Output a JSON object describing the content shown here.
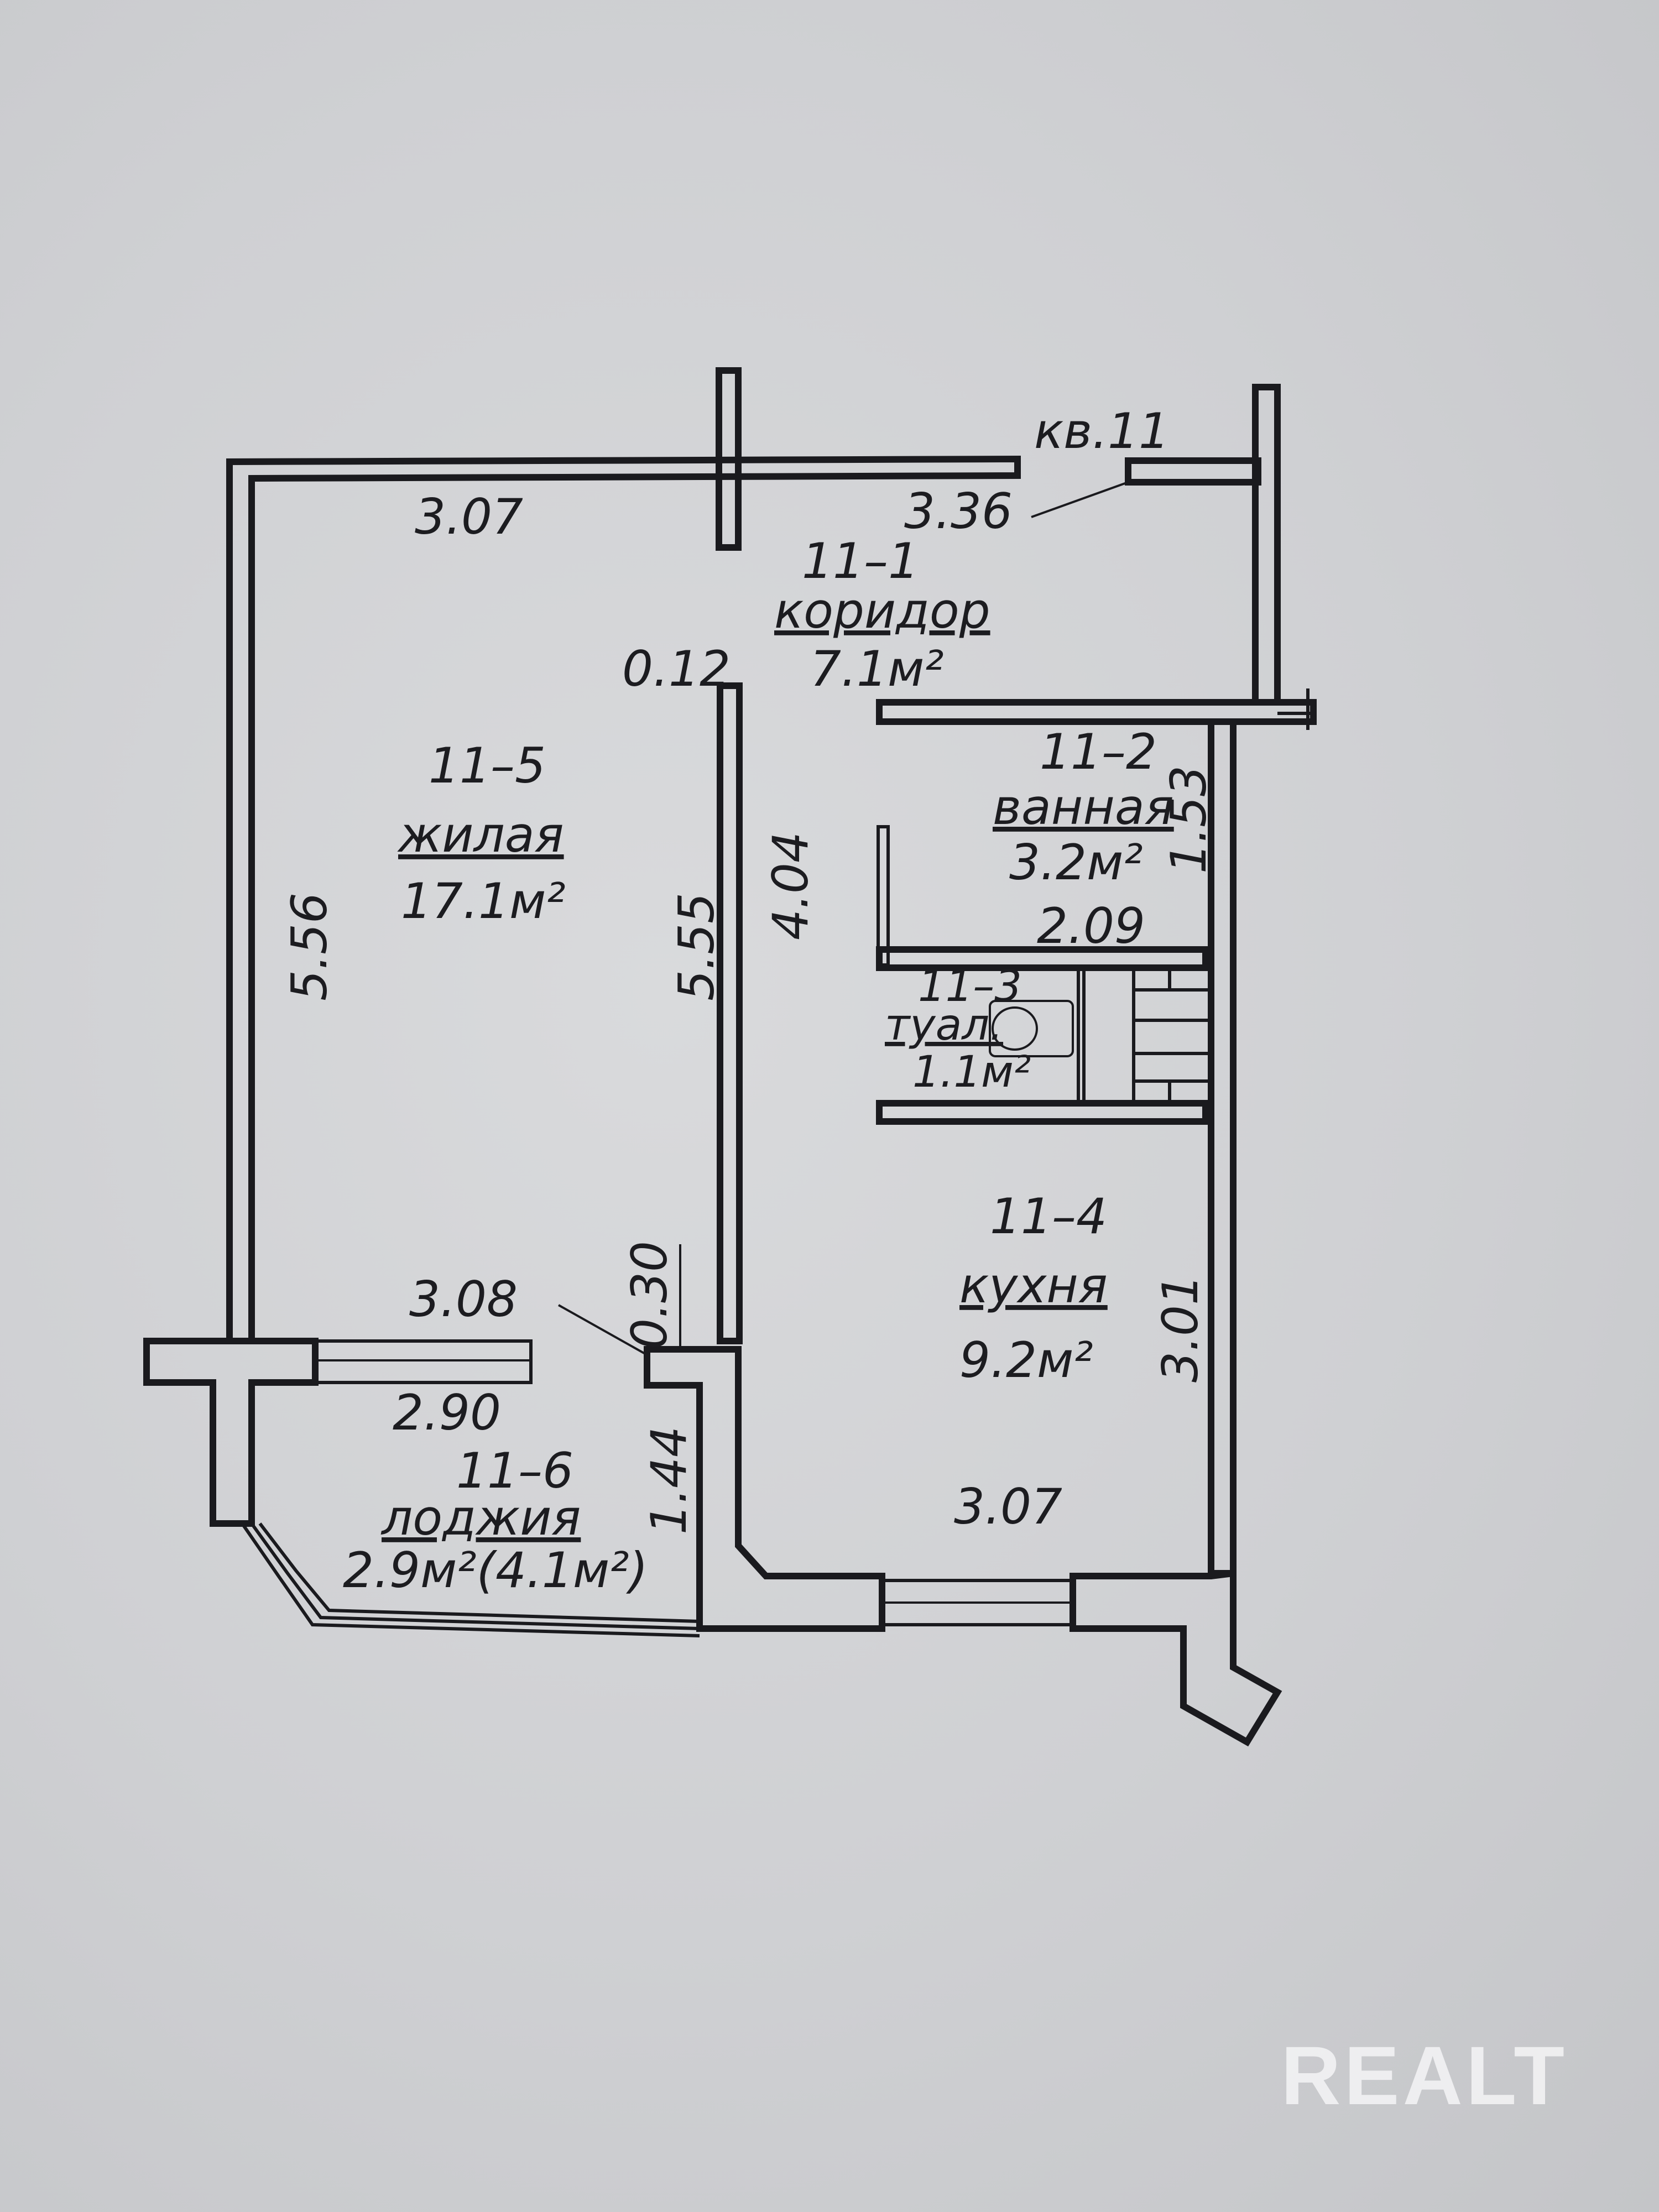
{
  "apartment": {
    "label": "кв.11"
  },
  "rooms": [
    {
      "id": "r1",
      "number": "11–1",
      "name": "коридор",
      "area": "7.1м²"
    },
    {
      "id": "r2",
      "number": "11–2",
      "name": "ванная",
      "area": "3.2м²"
    },
    {
      "id": "r3",
      "number": "11–3",
      "name": "туал.",
      "area": "1.1м²"
    },
    {
      "id": "r4",
      "number": "11–4",
      "name": "кухня",
      "area": "9.2м²"
    },
    {
      "id": "r5",
      "number": "11–5",
      "name": "жилая",
      "area": "17.1м²"
    },
    {
      "id": "r6",
      "number": "11–6",
      "name": "лоджия",
      "area": "2.9м²(4.1м²)"
    }
  ],
  "dimensions": {
    "top_left": "3.07",
    "top_right": "3.36",
    "partition": "0.12",
    "left_height": "5.56",
    "mid_height": "5.55",
    "corridor_height": "4.04",
    "bath_height": "1.53",
    "bath_width": "2.09",
    "living_bottom": "3.08",
    "wall_offset": "0.30",
    "loggia_width": "2.90",
    "loggia_height": "1.44",
    "kitchen_height": "3.01",
    "kitchen_width": "3.07"
  },
  "watermark": {
    "text": "REALT"
  }
}
